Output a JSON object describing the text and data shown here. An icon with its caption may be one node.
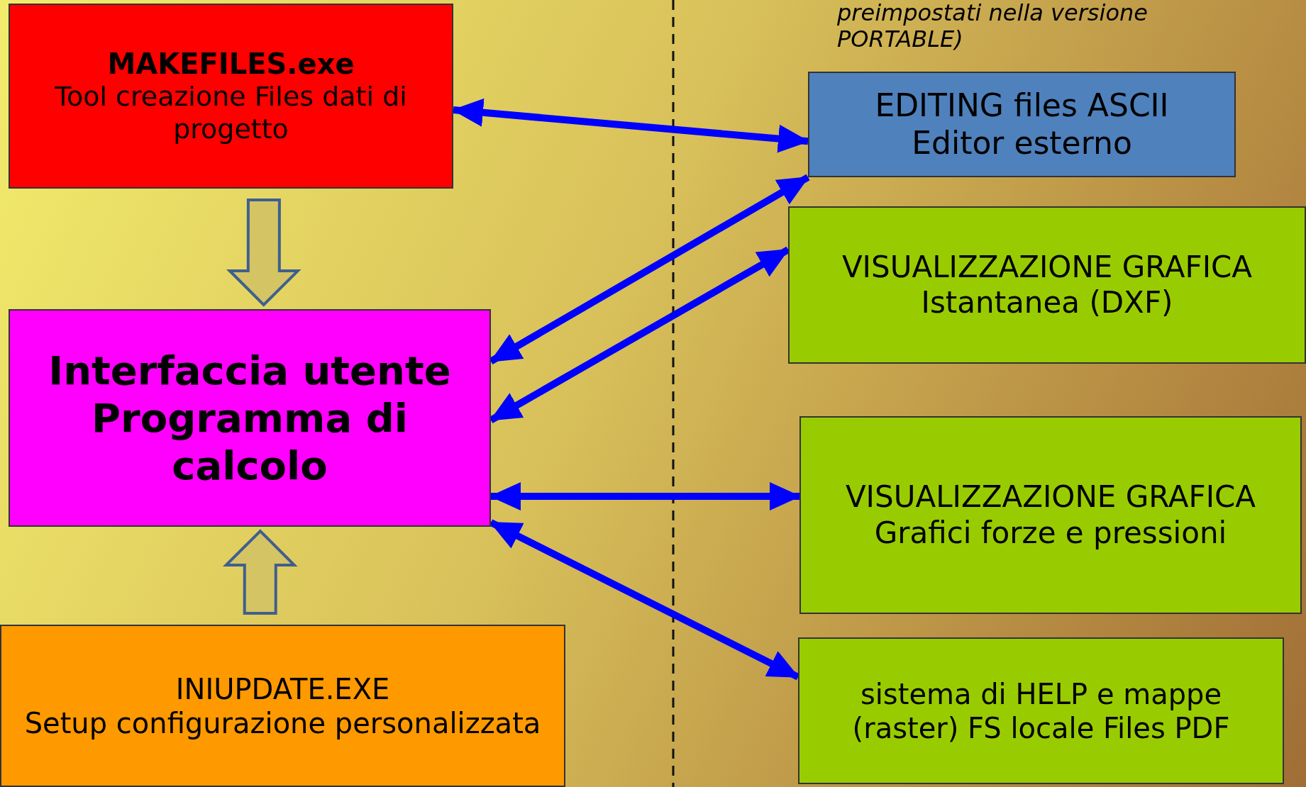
{
  "diagram": {
    "nodes": [
      {
        "text": [
          "MAKEFILES.exe",
          "Tool creazione Files dati di progetto"
        ]
      },
      {
        "text": [
          "EDITING files ASCII",
          "Editor esterno"
        ]
      },
      {
        "text": [
          "VISUALIZZAZIONE GRAFICA",
          "Istantanea  (DXF)"
        ]
      },
      {
        "text": [
          "Interfaccia utente Programma di calcolo"
        ]
      },
      {
        "text": [
          "VISUALIZZAZIONE GRAFICA",
          "Grafici forze e pressioni"
        ]
      },
      {
        "text": [
          "INIUPDATE.EXE",
          "Setup configurazione personalizzata"
        ]
      },
      {
        "text": [
          "sistema di HELP e mappe (raster) FS locale Files PDF"
        ]
      }
    ],
    "edges": [
      {
        "from": 0,
        "to": 1,
        "arrow": "both"
      },
      {
        "from": 1,
        "to": 3,
        "arrow": "both"
      },
      {
        "from": 2,
        "to": 3,
        "arrow": "both"
      },
      {
        "from": 3,
        "to": 4,
        "arrow": "both"
      },
      {
        "from": 3,
        "to": 6,
        "arrow": "both"
      },
      {
        "from": 0,
        "to": 3,
        "arrow": "to",
        "style": "thick",
        "color": "#d4c463"
      },
      {
        "from": 5,
        "to": 3,
        "arrow": "to",
        "style": "thick",
        "color": "#d4c463"
      }
    ],
    "labels": [
      "preimpostati nella versione PORTABLE)"
    ]
  }
}
